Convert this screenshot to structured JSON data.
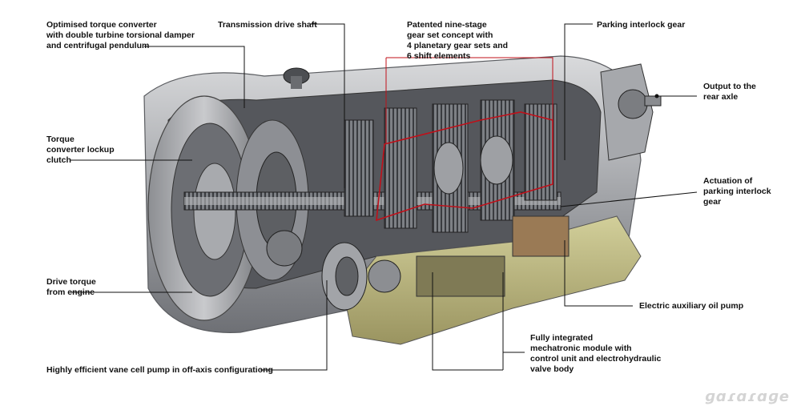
{
  "labels": {
    "converter": "Optimised torque converter\nwith double turbine torsional damper\nand centrifugal pendulum",
    "drive_shaft": "Transmission drive shaft",
    "gear_set": "Patented nine-stage\ngear set concept with\n4 planetary gear sets and\n6 shift elements",
    "parking_gear": "Parking interlock gear",
    "output": "Output to the\nrear axle",
    "lockup": "Torque\nconverter lockup\nclutch",
    "actuation": "Actuation of\nparking interlock\ngear",
    "drive_torque": "Drive torque\nfrom engine",
    "aux_pump": "Electric auxiliary oil pump",
    "mechatronic": "Fully integrated\nmechatronic module with\ncontrol unit and electrohydraulic\nvalve body",
    "vane_pump": "Highly efficient vane cell pump in off-axis configurationg"
  },
  "watermark": "ɡɑɾɑɾɑɡe",
  "colors": {
    "leader_line": "#111111",
    "gear_highlight": "#c0101a",
    "housing": "#9a9ca0",
    "oil_pan": "#b8b070"
  }
}
